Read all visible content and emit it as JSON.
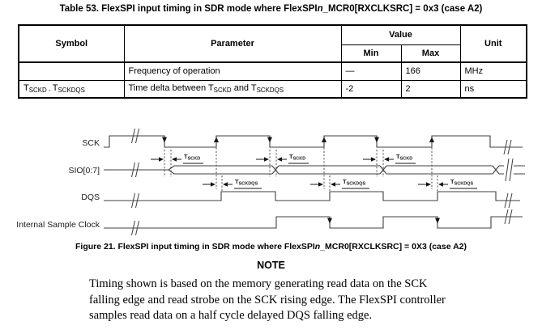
{
  "title": {
    "segments": [
      {
        "t": "Table 53. FlexSPI input timing in SDR mode where FlexSPI"
      },
      {
        "i": "n"
      },
      {
        "t": "_MCR0[RXCLKSRC] = 0x3 (case A2)"
      }
    ]
  },
  "table": {
    "headers": {
      "symbol": "Symbol",
      "parameter": "Parameter",
      "value": "Value",
      "min": "Min",
      "max": "Max",
      "unit": "Unit"
    },
    "rows": [
      {
        "symbol": [],
        "parameter": [
          {
            "t": "Frequency of operation"
          }
        ],
        "min": "—",
        "max": "166",
        "unit": "MHz"
      },
      {
        "symbol": [
          {
            "t": "T"
          },
          {
            "sub": "SCKD"
          },
          {
            "sub": " - "
          },
          {
            "t": "T"
          },
          {
            "sub": "SCKDQS"
          }
        ],
        "parameter": [
          {
            "t": "Time delta between T"
          },
          {
            "sub": "SCKD"
          },
          {
            "t": " and T"
          },
          {
            "sub": "SCKDQS"
          }
        ],
        "min": "-2",
        "max": "2",
        "unit": "ns"
      }
    ]
  },
  "diagram": {
    "signals": {
      "sck": "SCK",
      "sio": "SIO[0:7]",
      "dqs": "DQS",
      "isc": "Internal Sample Clock"
    },
    "annotations": {
      "tsckd": {
        "base": "T",
        "sub": "SCKD"
      },
      "tsckdqs": {
        "base": "T",
        "sub": "SCKDQS"
      }
    }
  },
  "figure_caption": {
    "segments": [
      {
        "t": "Figure 21. FlexSPI input timing in SDR mode where FlexSPI"
      },
      {
        "i": "n"
      },
      {
        "t": "_MCR0[RXCLKSRC] = 0X3 (case A2)"
      }
    ]
  },
  "note": {
    "heading": "NOTE",
    "lines": [
      "Timing shown is based on the memory generating read data on the SCK",
      "falling edge and read strobe on the SCK rising edge. The FlexSPI controller",
      "samples read data on a half cycle delayed DQS falling edge."
    ]
  }
}
